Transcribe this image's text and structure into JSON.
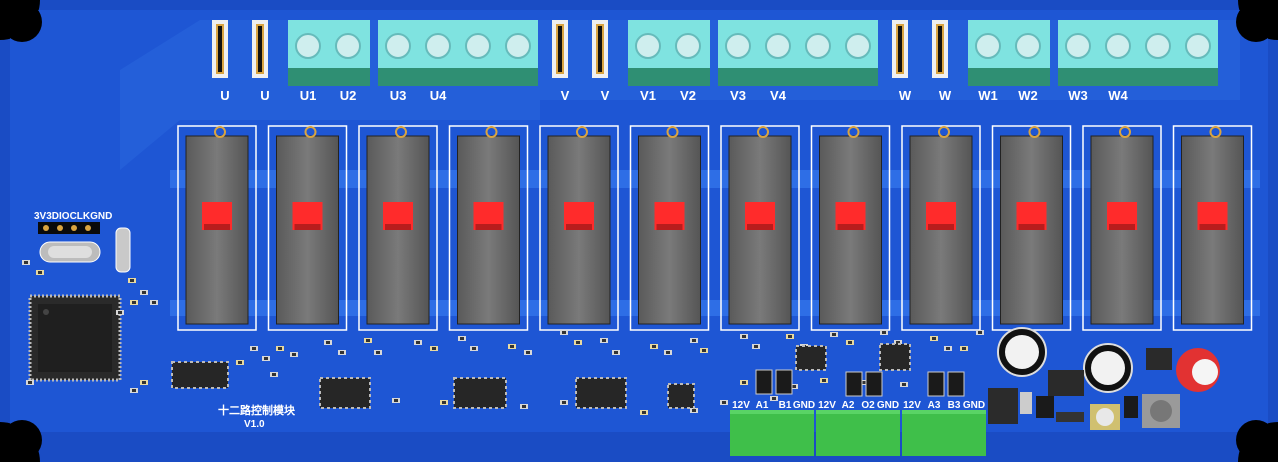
{
  "terminal_labels": {
    "u": [
      "U",
      "U",
      "U1",
      "U2",
      "U3",
      "U4"
    ],
    "v": [
      "V",
      "V",
      "V1",
      "V2",
      "V3",
      "V4"
    ],
    "w": [
      "W",
      "W",
      "W1",
      "W2",
      "W3",
      "W4"
    ]
  },
  "relay_count": 12,
  "debug_header_label": "3V3DIOCLKGND",
  "board_title": "十二路控制模块",
  "board_version": "V1.0",
  "power_labels": [
    "12V",
    "A1",
    "B1",
    "GND",
    "12V",
    "A2",
    "O2",
    "GND",
    "12V",
    "A3",
    "B3",
    "GND"
  ],
  "colors": {
    "pcb": "#1b4fc9",
    "pcb_light": "#2f6ae0",
    "terminal": "#7fe3e0",
    "relay": "#6d6d6d",
    "led": "#ff2b2b",
    "power_terminal": "#3fbf4a",
    "gold": "#d9a441"
  }
}
